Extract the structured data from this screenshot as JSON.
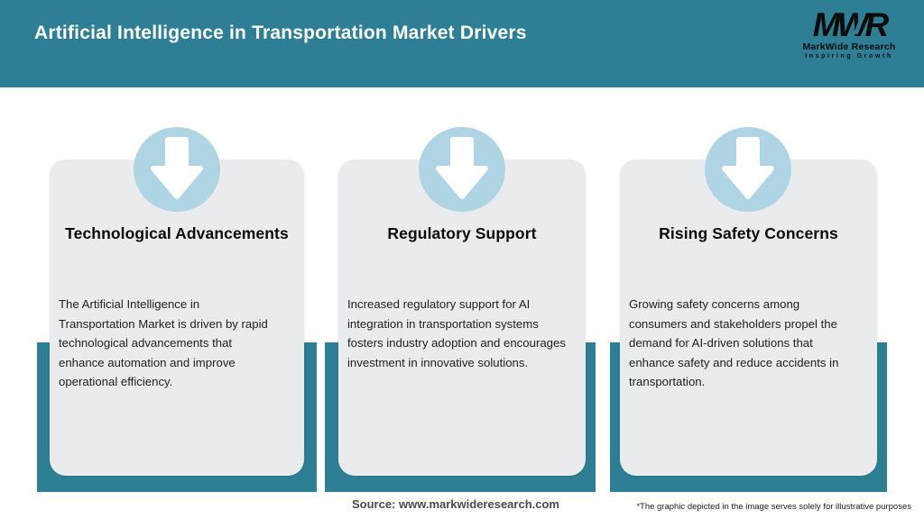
{
  "header": {
    "title": "Artificial Intelligence in Transportation Market Drivers",
    "logo": {
      "monogram": "MWR",
      "name": "MarkWide Research",
      "tagline": "Inspiring Growth"
    }
  },
  "cards": [
    {
      "icon": "arrow-down-icon",
      "title": "Technological Advancements",
      "body": "The Artificial Intelligence in\nTransportation Market is driven by rapid\ntechnological advancements that\nenhance automation and improve\noperational efficiency."
    },
    {
      "icon": "arrow-down-icon",
      "title": "Regulatory Support",
      "body": "Increased regulatory support for AI\nintegration in transportation systems\nfosters industry adoption and encourages\ninvestment in innovative solutions."
    },
    {
      "icon": "arrow-down-icon",
      "title": "Rising Safety Concerns",
      "body": "Growing safety concerns among\nconsumers and stakeholders propel the\ndemand for AI-driven solutions that\nenhance safety and reduce accidents in\ntransportation."
    }
  ],
  "footer": {
    "source": "Source: www.markwideresearch.com",
    "disclaimer": "*The graphic depicted in the image serves solely for illustrative purposes"
  },
  "colors": {
    "teal": "#2e7f96",
    "circle_blue": "#afd5e4",
    "card_bg": "#e9ebec",
    "header_text": "#ffffff",
    "body_text": "#212121",
    "source_text": "#4a4a4a"
  }
}
